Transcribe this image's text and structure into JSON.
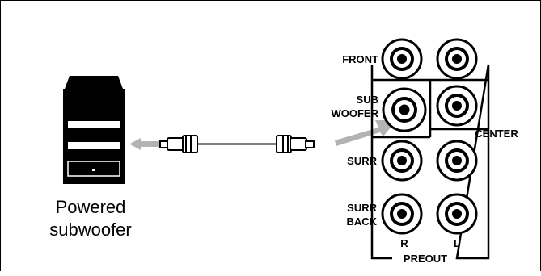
{
  "device_label": [
    "Powered",
    "subwoofer"
  ],
  "panel": {
    "front": "FRONT",
    "sub_woofer": [
      "SUB",
      "WOOFER"
    ],
    "center": "CENTER",
    "surr": "SURR",
    "surr_back": [
      "SURR",
      "BACK"
    ],
    "right": "R",
    "left": "L",
    "preout": "PREOUT"
  },
  "colors": {
    "arrow": "#b3b3b3",
    "line": "#000000"
  }
}
